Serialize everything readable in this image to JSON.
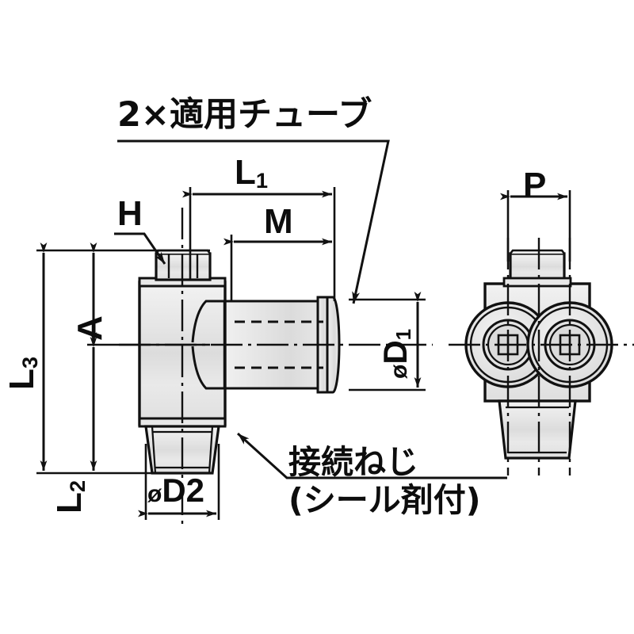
{
  "drawing": {
    "title": "2×適用チューブ",
    "type": "technical-dimension-drawing",
    "background_color": "#ffffff",
    "line_color": "#111111",
    "fill_color": "#e2e2e2"
  },
  "annotations": {
    "tube_note": "2×適用チューブ",
    "thread_note_line1": "接続ねじ",
    "thread_note_line2": "(シール剤付)"
  },
  "dimensions": {
    "l1": {
      "label": "L",
      "sub": "1"
    },
    "m": {
      "label": "M",
      "sub": ""
    },
    "h": {
      "label": "H",
      "sub": ""
    },
    "l3": {
      "label": "L",
      "sub": "3"
    },
    "a": {
      "label": "A",
      "sub": ""
    },
    "l2": {
      "label": "L",
      "sub": "2"
    },
    "d1": {
      "prefix": "ø",
      "label": "D",
      "sub": "1"
    },
    "d2": {
      "prefix": "ø",
      "label": "D",
      "sub": "2"
    },
    "p": {
      "label": "P",
      "sub": ""
    }
  },
  "views": {
    "side_view_name": "side-view",
    "front_view_name": "front-view"
  }
}
